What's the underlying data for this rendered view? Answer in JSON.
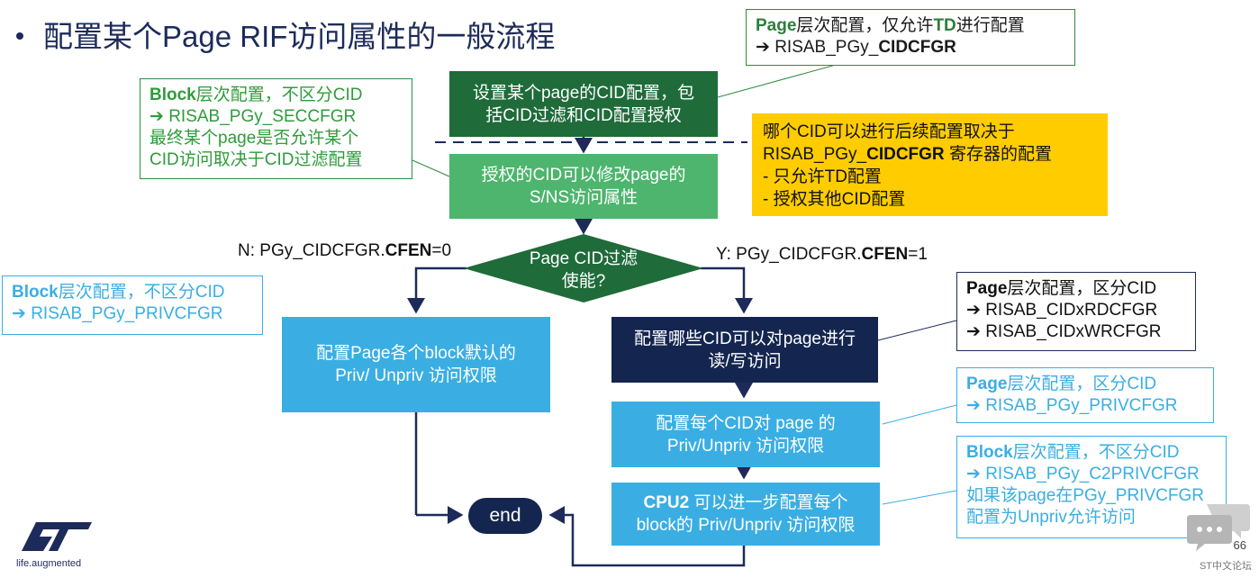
{
  "title": "配置某个Page RIF访问属性的一般流程",
  "flow": {
    "step1": [
      "设置某个page的CID配置，包",
      "括CID过滤和CID配置授权"
    ],
    "step2": [
      "授权的CID可以修改page的",
      "S/NS访问属性"
    ],
    "decision": [
      "Page CID过滤",
      "使能?"
    ],
    "left_box": [
      "配置Page各个block默认的",
      "Priv/ Unpriv 访问权限"
    ],
    "right1": [
      "配置哪些CID可以对page进行",
      "读/写访问"
    ],
    "right2": [
      "配置每个CID对 page 的",
      "Priv/Unpriv 访问权限"
    ],
    "right3_bold": "CPU2",
    "right3": [
      " 可以进一步配置每个",
      "block的 Priv/Unpriv 访问权限"
    ],
    "end": "end"
  },
  "branches": {
    "no_prefix": "N: PGy_CIDCFGR.",
    "no_bold": "CFEN",
    "no_suffix": "=0",
    "yes_prefix": "Y: PGy_CIDCFGR.",
    "yes_bold": "CFEN",
    "yes_suffix": "=1"
  },
  "notes": {
    "top_right": {
      "bold1": "Page",
      "text1": "层次配置，仅允许",
      "bold2": "TD",
      "text2": "进行配置",
      "arrow": "➔ RISAB_PGy_",
      "reg": "CIDCFGR"
    },
    "green_left": {
      "bold": "Block",
      "line1": "层次配置，不区分CID",
      "line2": "➔  RISAB_PGy_SECCFGR",
      "line3": "最终某个page是否允许某个",
      "line4": "CID访问取决于CID过滤配置"
    },
    "yellow": {
      "line1": "哪个CID可以进行后续配置取决于",
      "line2a": "RISAB_PGy_",
      "line2b": "CIDCFGR",
      "line2c": " 寄存器的配置",
      "line3": "-     只允许TD配置",
      "line4": "-     授权其他CID配置"
    },
    "blue_left": {
      "bold": "Block",
      "line1": "层次配置，不区分CID",
      "line2": "➔ RISAB_PGy_PRIVCFGR"
    },
    "dark_right": {
      "bold": "Page",
      "line1": "层次配置，区分CID",
      "line2": "➔ RISAB_CIDxRDCFGR",
      "line3": "➔ RISAB_CIDxWRCFGR"
    },
    "blue_right1": {
      "bold": "Page",
      "line1": "层次配置，区分CID",
      "line2": "➔ RISAB_PGy_PRIVCFGR"
    },
    "blue_right2": {
      "bold": "Block",
      "line1": "层次配置，不区分CID",
      "line2": "➔  RISAB_PGy_C2PRIVCFGR",
      "line3": "如果该page在PGy_PRIVCFGR",
      "line4": "配置为Unpriv允许访问"
    }
  },
  "footer": {
    "tagline": "life.augmented",
    "page": "66",
    "forum": "ST中文论坛"
  },
  "colors": {
    "dark_green": "#1f6b3a",
    "mid_green": "#4db56d",
    "light_blue": "#3aaee3",
    "navy": "#14264f",
    "yellow": "#ffcc00"
  }
}
